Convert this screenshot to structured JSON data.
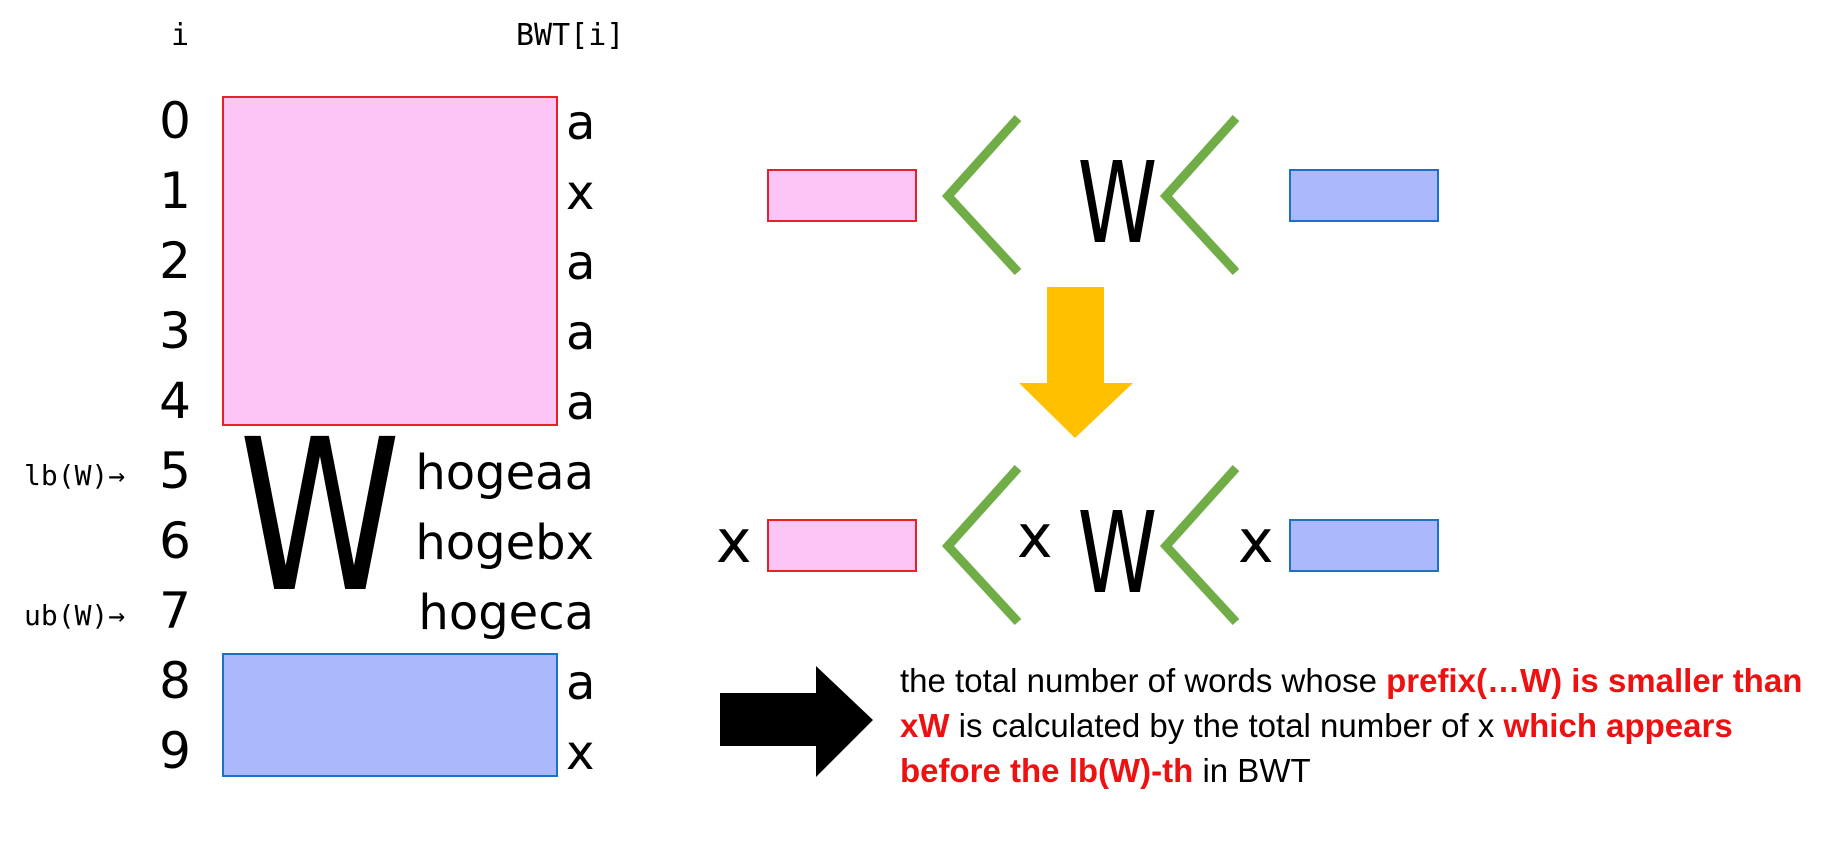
{
  "table": {
    "header_i": "i",
    "header_bwt": "BWT[i]",
    "indices": [
      "0",
      "1",
      "2",
      "3",
      "4",
      "5",
      "6",
      "7",
      "8",
      "9"
    ],
    "bwt": [
      "a",
      "x",
      "a",
      "a",
      "a",
      "",
      "",
      "",
      "a",
      "x"
    ],
    "suffixes": {
      "row5": "hogeaa",
      "row6": "hogebx",
      "row7": "hogeca"
    },
    "lb_label": "lb(W)→",
    "ub_label": "ub(W)→",
    "big_w": "W"
  },
  "order_top": {
    "w": "W"
  },
  "order_bottom": {
    "x_left": "x",
    "x_mid": "x",
    "w": "W",
    "x_right": "x"
  },
  "description": {
    "t1": "the total number of words whose ",
    "r1": "prefix(…W) is smaller than xW",
    "t2": " is calculated by the total number of x ",
    "r2": "which appears before the lb(W)-th",
    "t3": " in BWT"
  },
  "colors": {
    "pink_fill": "#fdc5f5",
    "pink_border": "#e8202a",
    "blue_fill": "#abb8fb",
    "blue_border": "#1c70c8",
    "green": "#70ad47",
    "orange": "#ffc000",
    "red_text": "#ee1111"
  }
}
